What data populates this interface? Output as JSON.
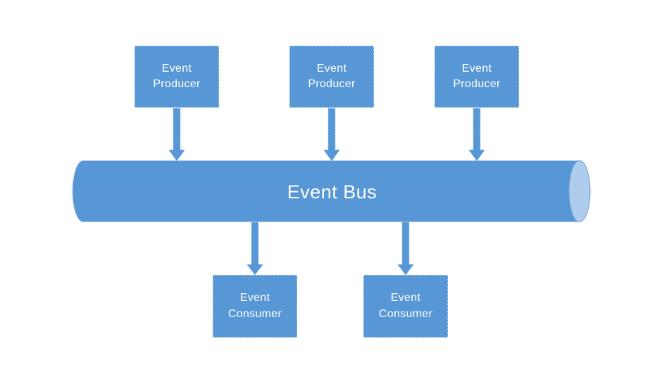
{
  "diagram": {
    "bus_label": "Event Bus",
    "producers": [
      {
        "label": "Event\nProducer"
      },
      {
        "label": "Event\nProducer"
      },
      {
        "label": "Event\nProducer"
      }
    ],
    "consumers": [
      {
        "label": "Event\nConsumer"
      },
      {
        "label": "Event\nConsumer"
      }
    ],
    "colors": {
      "primary": "#5897D6",
      "end_cap": "#AECDEC",
      "outline": "#9FC5EC",
      "text": "#FFFFFF",
      "background": "#FFFFFF"
    }
  }
}
